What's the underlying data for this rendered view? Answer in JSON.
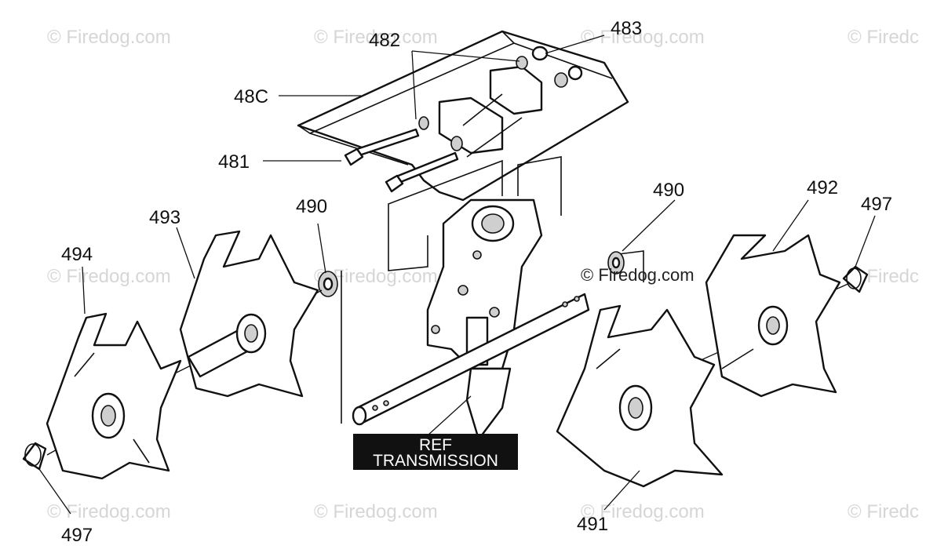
{
  "watermarks": [
    "© Firedog.com",
    "© Firedog.com",
    "© Firedog.com",
    "© Firedc",
    "© Firedog.com",
    "© Firedog.com",
    "© Firedc",
    "© Firedog.com",
    "© Firedog.com",
    "© Firedog.com",
    "© Firedc"
  ],
  "watermark_center": "© Firedog.com",
  "parts": {
    "p480": "48C",
    "p481": "481",
    "p482": "482",
    "p483": "483",
    "p490_left": "490",
    "p490_right": "490",
    "p491": "491",
    "p492": "492",
    "p493": "493",
    "p494": "494",
    "p497_left": "497",
    "p497_right": "497"
  },
  "ref_box": {
    "line1": "REF",
    "line2": "TRANSMISSION"
  },
  "colors": {
    "ink": "#111111",
    "watermark": "#d6d6d6",
    "ref_bg": "#111111",
    "ref_text": "#ffffff"
  }
}
